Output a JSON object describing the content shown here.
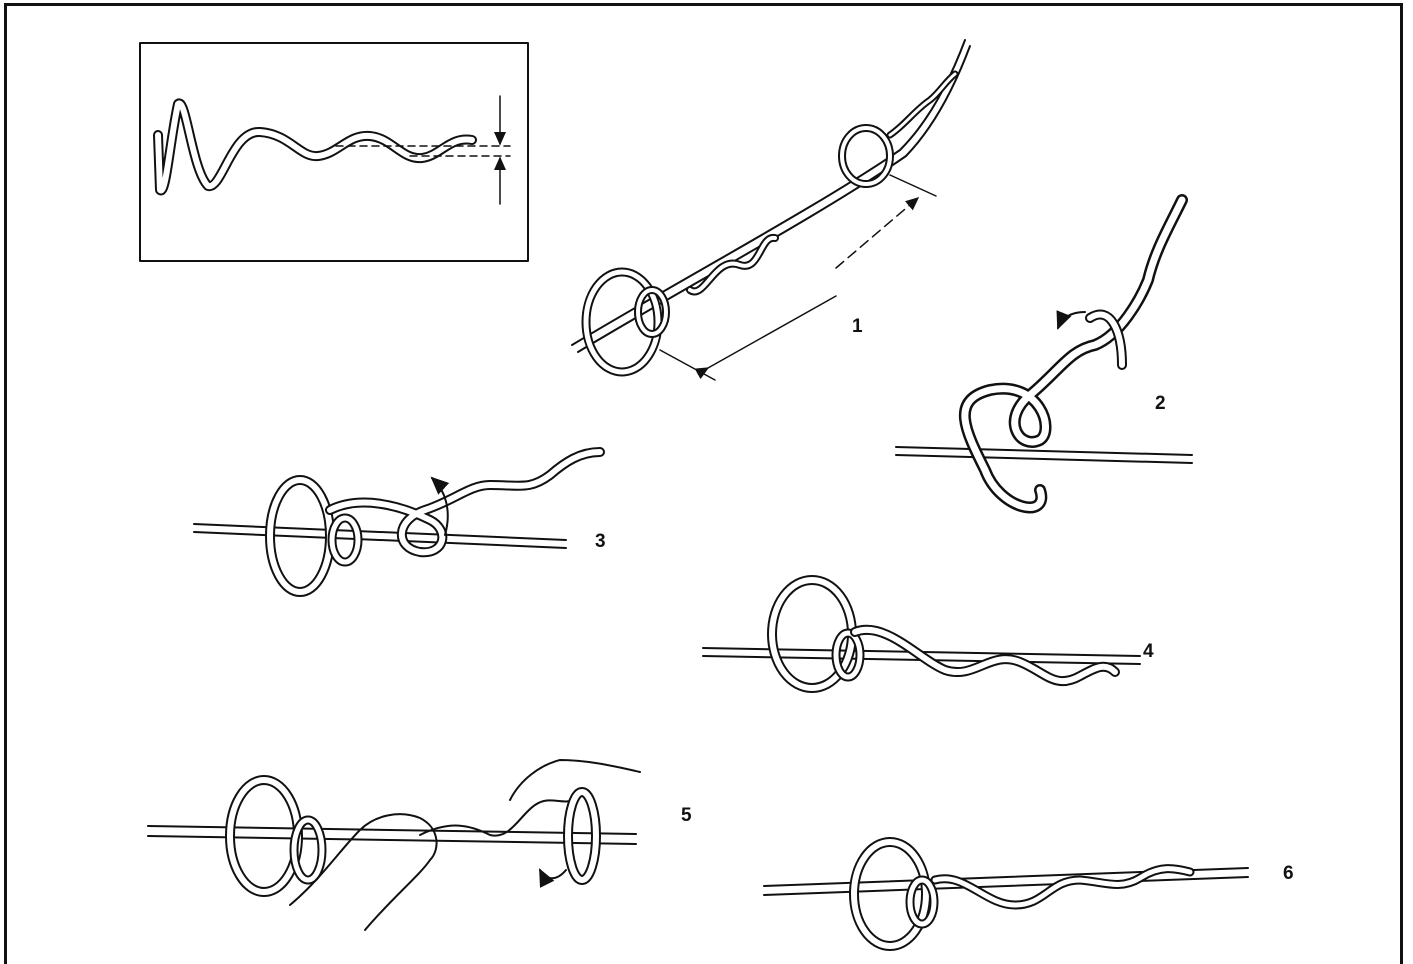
{
  "steps": [
    {
      "label": "1"
    },
    {
      "label": "2"
    },
    {
      "label": "3"
    },
    {
      "label": "4"
    },
    {
      "label": "5"
    },
    {
      "label": "6"
    }
  ],
  "colors": {
    "ink": "#111111",
    "paper": "#ffffff"
  }
}
